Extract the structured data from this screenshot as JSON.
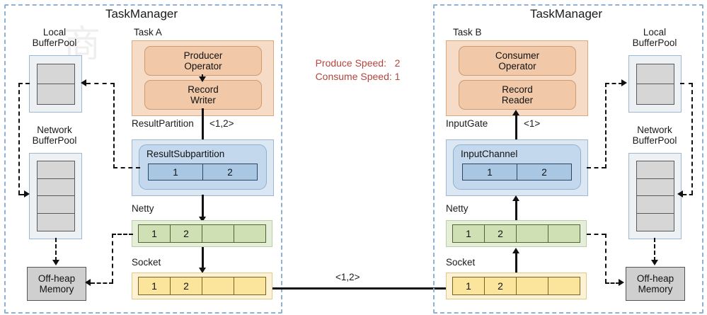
{
  "left_tm": {
    "title": "TaskManager",
    "local_pool_label": "Local\nBufferPool",
    "network_pool_label": "Network\nBufferPool",
    "offheap_label": "Off-heap\nMemory",
    "task_label": "Task A",
    "operator_label": "Producer\nOperator",
    "record_label": "Record\nWriter",
    "partition_label": "ResultPartition",
    "partition_tag": "<1,2>",
    "subpartition_label": "ResultSubpartition",
    "subpartition_slots": [
      "1",
      "2"
    ],
    "netty_label": "Netty",
    "netty_cells": [
      "1",
      "2",
      "",
      ""
    ],
    "socket_label": "Socket",
    "socket_cells": [
      "1",
      "2",
      "",
      ""
    ]
  },
  "right_tm": {
    "title": "TaskManager",
    "local_pool_label": "Local\nBufferPool",
    "network_pool_label": "Network\nBufferPool",
    "offheap_label": "Off-heap\nMemory",
    "task_label": "Task B",
    "operator_label": "Consumer\nOperator",
    "record_label": "Record\nReader",
    "gate_label": "InputGate",
    "gate_tag": "<1>",
    "channel_label": "InputChannel",
    "channel_slots": [
      "1",
      "2"
    ],
    "netty_label": "Netty",
    "netty_cells": [
      "1",
      "2",
      "",
      ""
    ],
    "socket_label": "Socket",
    "socket_cells": [
      "1",
      "2",
      "",
      ""
    ]
  },
  "center": {
    "produce_speed_label": "Produce Speed:",
    "produce_speed_value": "2",
    "consume_speed_label": "Consume Speed:",
    "consume_speed_value": "1",
    "network_tag": "<1,2>"
  },
  "colors": {
    "dashed_container": "#8fb2d4",
    "task_fill": "#f6dbc6",
    "operator_fill": "#f2c9a8",
    "partition_fill": "#dbe7f3",
    "slot_fill": "#a9c6e2",
    "netty_fill": "#cfe0b4",
    "socket_fill": "#fbe49b",
    "pool_fill": "#d6d6d6",
    "offheap_fill": "#cfcfcf",
    "speed_text": "#b4453c"
  }
}
